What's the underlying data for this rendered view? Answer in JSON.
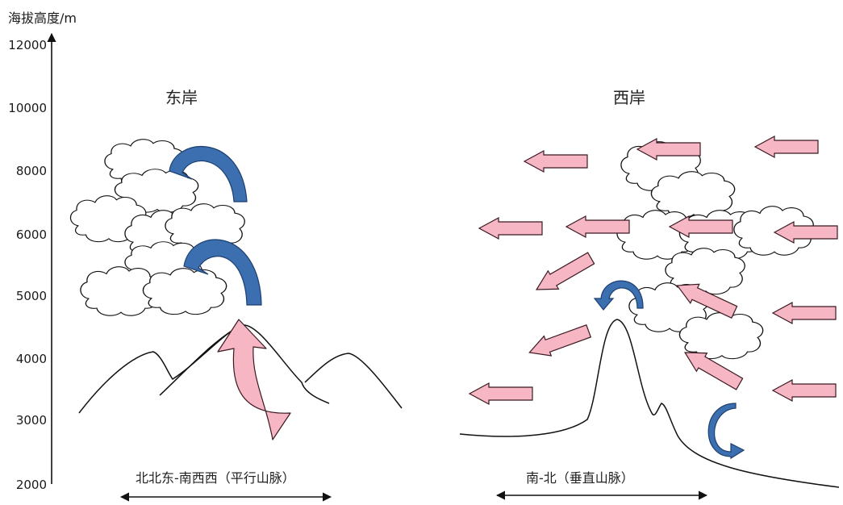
{
  "axis": {
    "title": "海拔高度/m",
    "ticks": [
      "12000",
      "10000",
      "8000",
      "6000",
      "5000",
      "4000",
      "3000",
      "2000"
    ]
  },
  "east": {
    "title": "东岸",
    "range_label": "北北东-南西西（平行山脉）"
  },
  "west": {
    "title": "西岸",
    "range_label": "南-北（垂直山脉）"
  },
  "colors": {
    "wind_arrow": "#f7b6c4",
    "rotation_arrow": "#3b6fb0",
    "line": "#111111"
  }
}
